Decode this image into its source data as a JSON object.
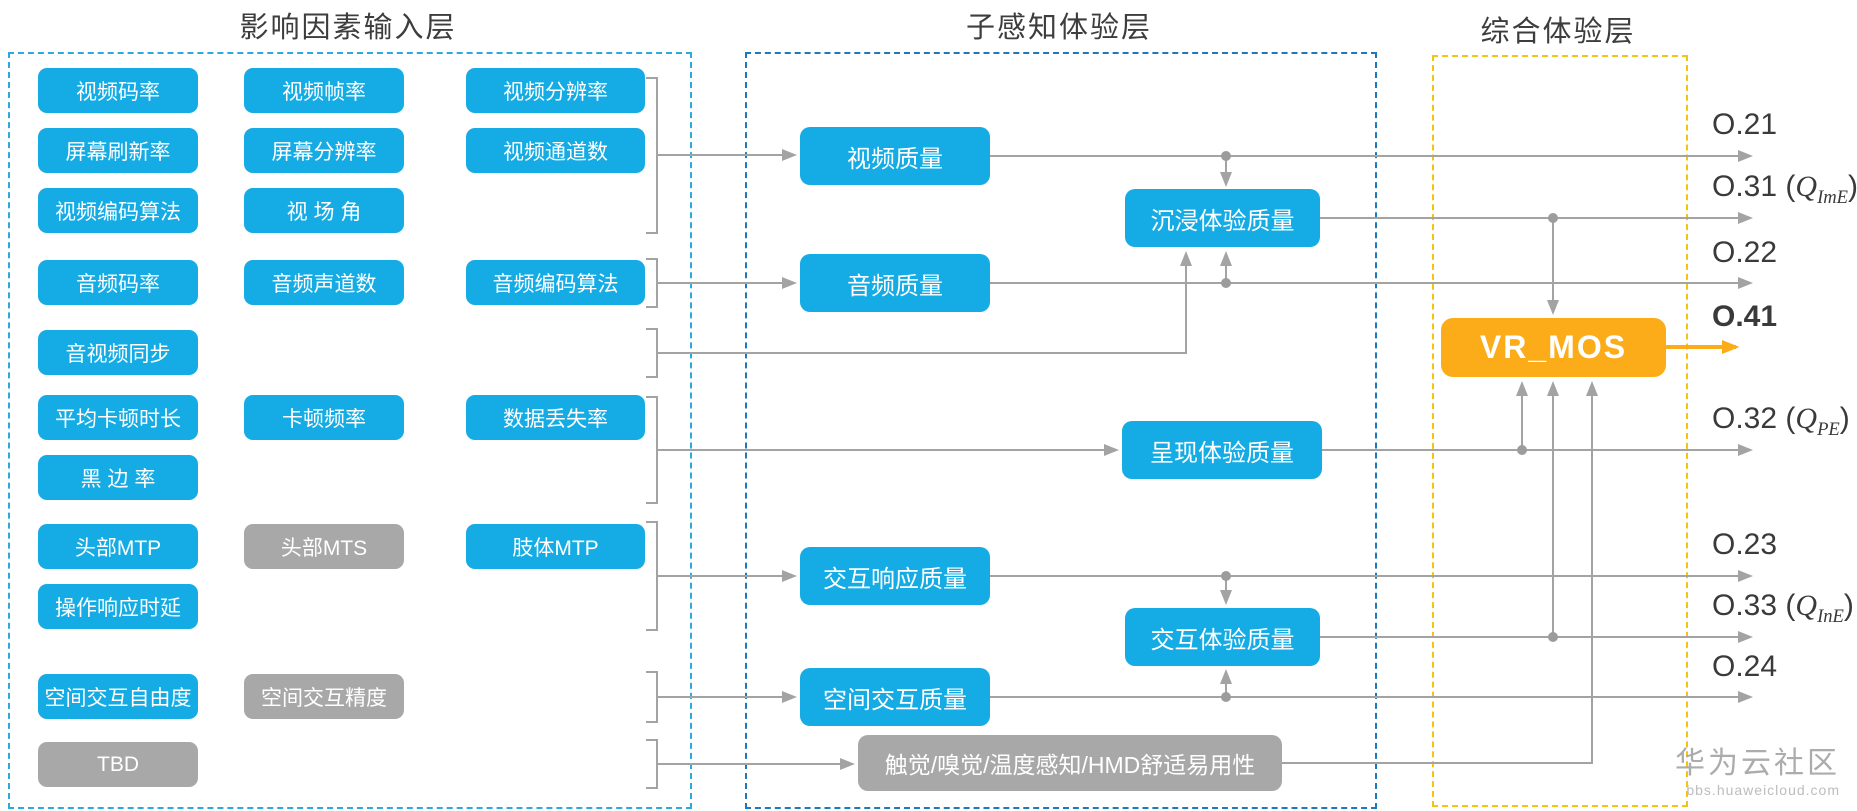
{
  "titles": {
    "input_layer": "影响因素输入层",
    "perception_layer": "子感知体验层",
    "overall_layer": "综合体验层"
  },
  "input_boxes": {
    "video_bitrate": "视频码率",
    "video_framerate": "视频帧率",
    "video_resolution": "视频分辨率",
    "screen_refresh": "屏幕刷新率",
    "screen_resolution": "屏幕分辨率",
    "video_channels": "视频通道数",
    "video_codec": "视频编码算法",
    "fov": "视 场 角",
    "audio_bitrate": "音频码率",
    "audio_channels": "音频声道数",
    "audio_codec": "音频编码算法",
    "av_sync": "音视频同步",
    "avg_stall_duration": "平均卡顿时长",
    "stall_frequency": "卡顿频率",
    "data_loss_rate": "数据丢失率",
    "black_edge_rate": "黑 边 率",
    "head_mtp": "头部MTP",
    "head_mts": "头部MTS",
    "limb_mtp": "肢体MTP",
    "op_response_delay": "操作响应时延",
    "spatial_dof": "空间交互自由度",
    "spatial_precision": "空间交互精度",
    "tbd": "TBD"
  },
  "perception_boxes": {
    "video_quality": "视频质量",
    "audio_quality": "音频质量",
    "immersive_quality": "沉浸体验质量",
    "presentation_quality": "呈现体验质量",
    "interaction_response_quality": "交互响应质量",
    "interaction_quality": "交互体验质量",
    "spatial_interaction_quality": "空间交互质量",
    "other_senses": "触觉/嗅觉/温度感知/HMD舒适易用性"
  },
  "overall": {
    "vr_mos": "VR_MOS"
  },
  "outputs": {
    "o21": {
      "label": "O.21"
    },
    "o31": {
      "label": "O.31",
      "paren_open": "(",
      "q": "Q",
      "sub": "ImE",
      "paren_close": ")"
    },
    "o22": {
      "label": "O.22"
    },
    "o41": {
      "label": "O.41"
    },
    "o32": {
      "label": "O.32",
      "paren_open": "(",
      "q": "Q",
      "sub": "PE",
      "paren_close": ")"
    },
    "o23": {
      "label": "O.23"
    },
    "o33": {
      "label": "O.33",
      "paren_open": "(",
      "q": "Q",
      "sub": "InE",
      "paren_close": ")"
    },
    "o24": {
      "label": "O.24"
    }
  },
  "watermark": {
    "line1": "华为云社区",
    "line2": "bbs.huaweicloud.com"
  },
  "colors": {
    "box_blue": "#15ACE5",
    "box_gray": "#A8A8A8",
    "box_orange": "#FBAC18",
    "line_gray": "#A3A3A3",
    "dash_cyan": "#2BA9E0",
    "dash_blue": "#1C79BE",
    "dash_yellow": "#F6C40F"
  }
}
